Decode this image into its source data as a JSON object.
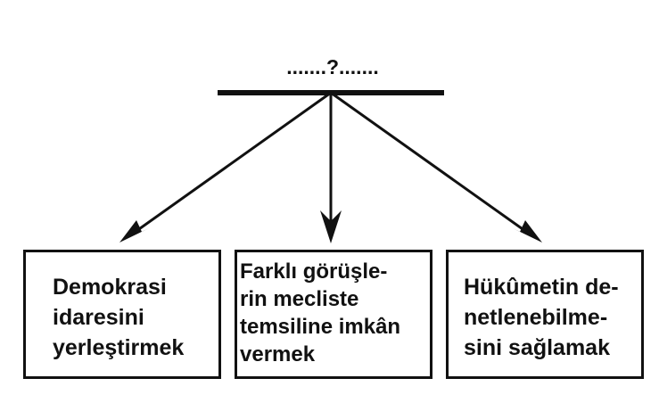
{
  "title": ".......?.......",
  "boxes": [
    {
      "lines": [
        "Demokrasi",
        "idaresini",
        "yerleştirmek"
      ]
    },
    {
      "lines": [
        "Farklı görüşle-",
        "rin mecliste",
        "temsiline imkân",
        "vermek"
      ]
    },
    {
      "lines": [
        "Hükûmetin de-",
        "netlenebilme-",
        "sini sağlamak"
      ]
    }
  ]
}
